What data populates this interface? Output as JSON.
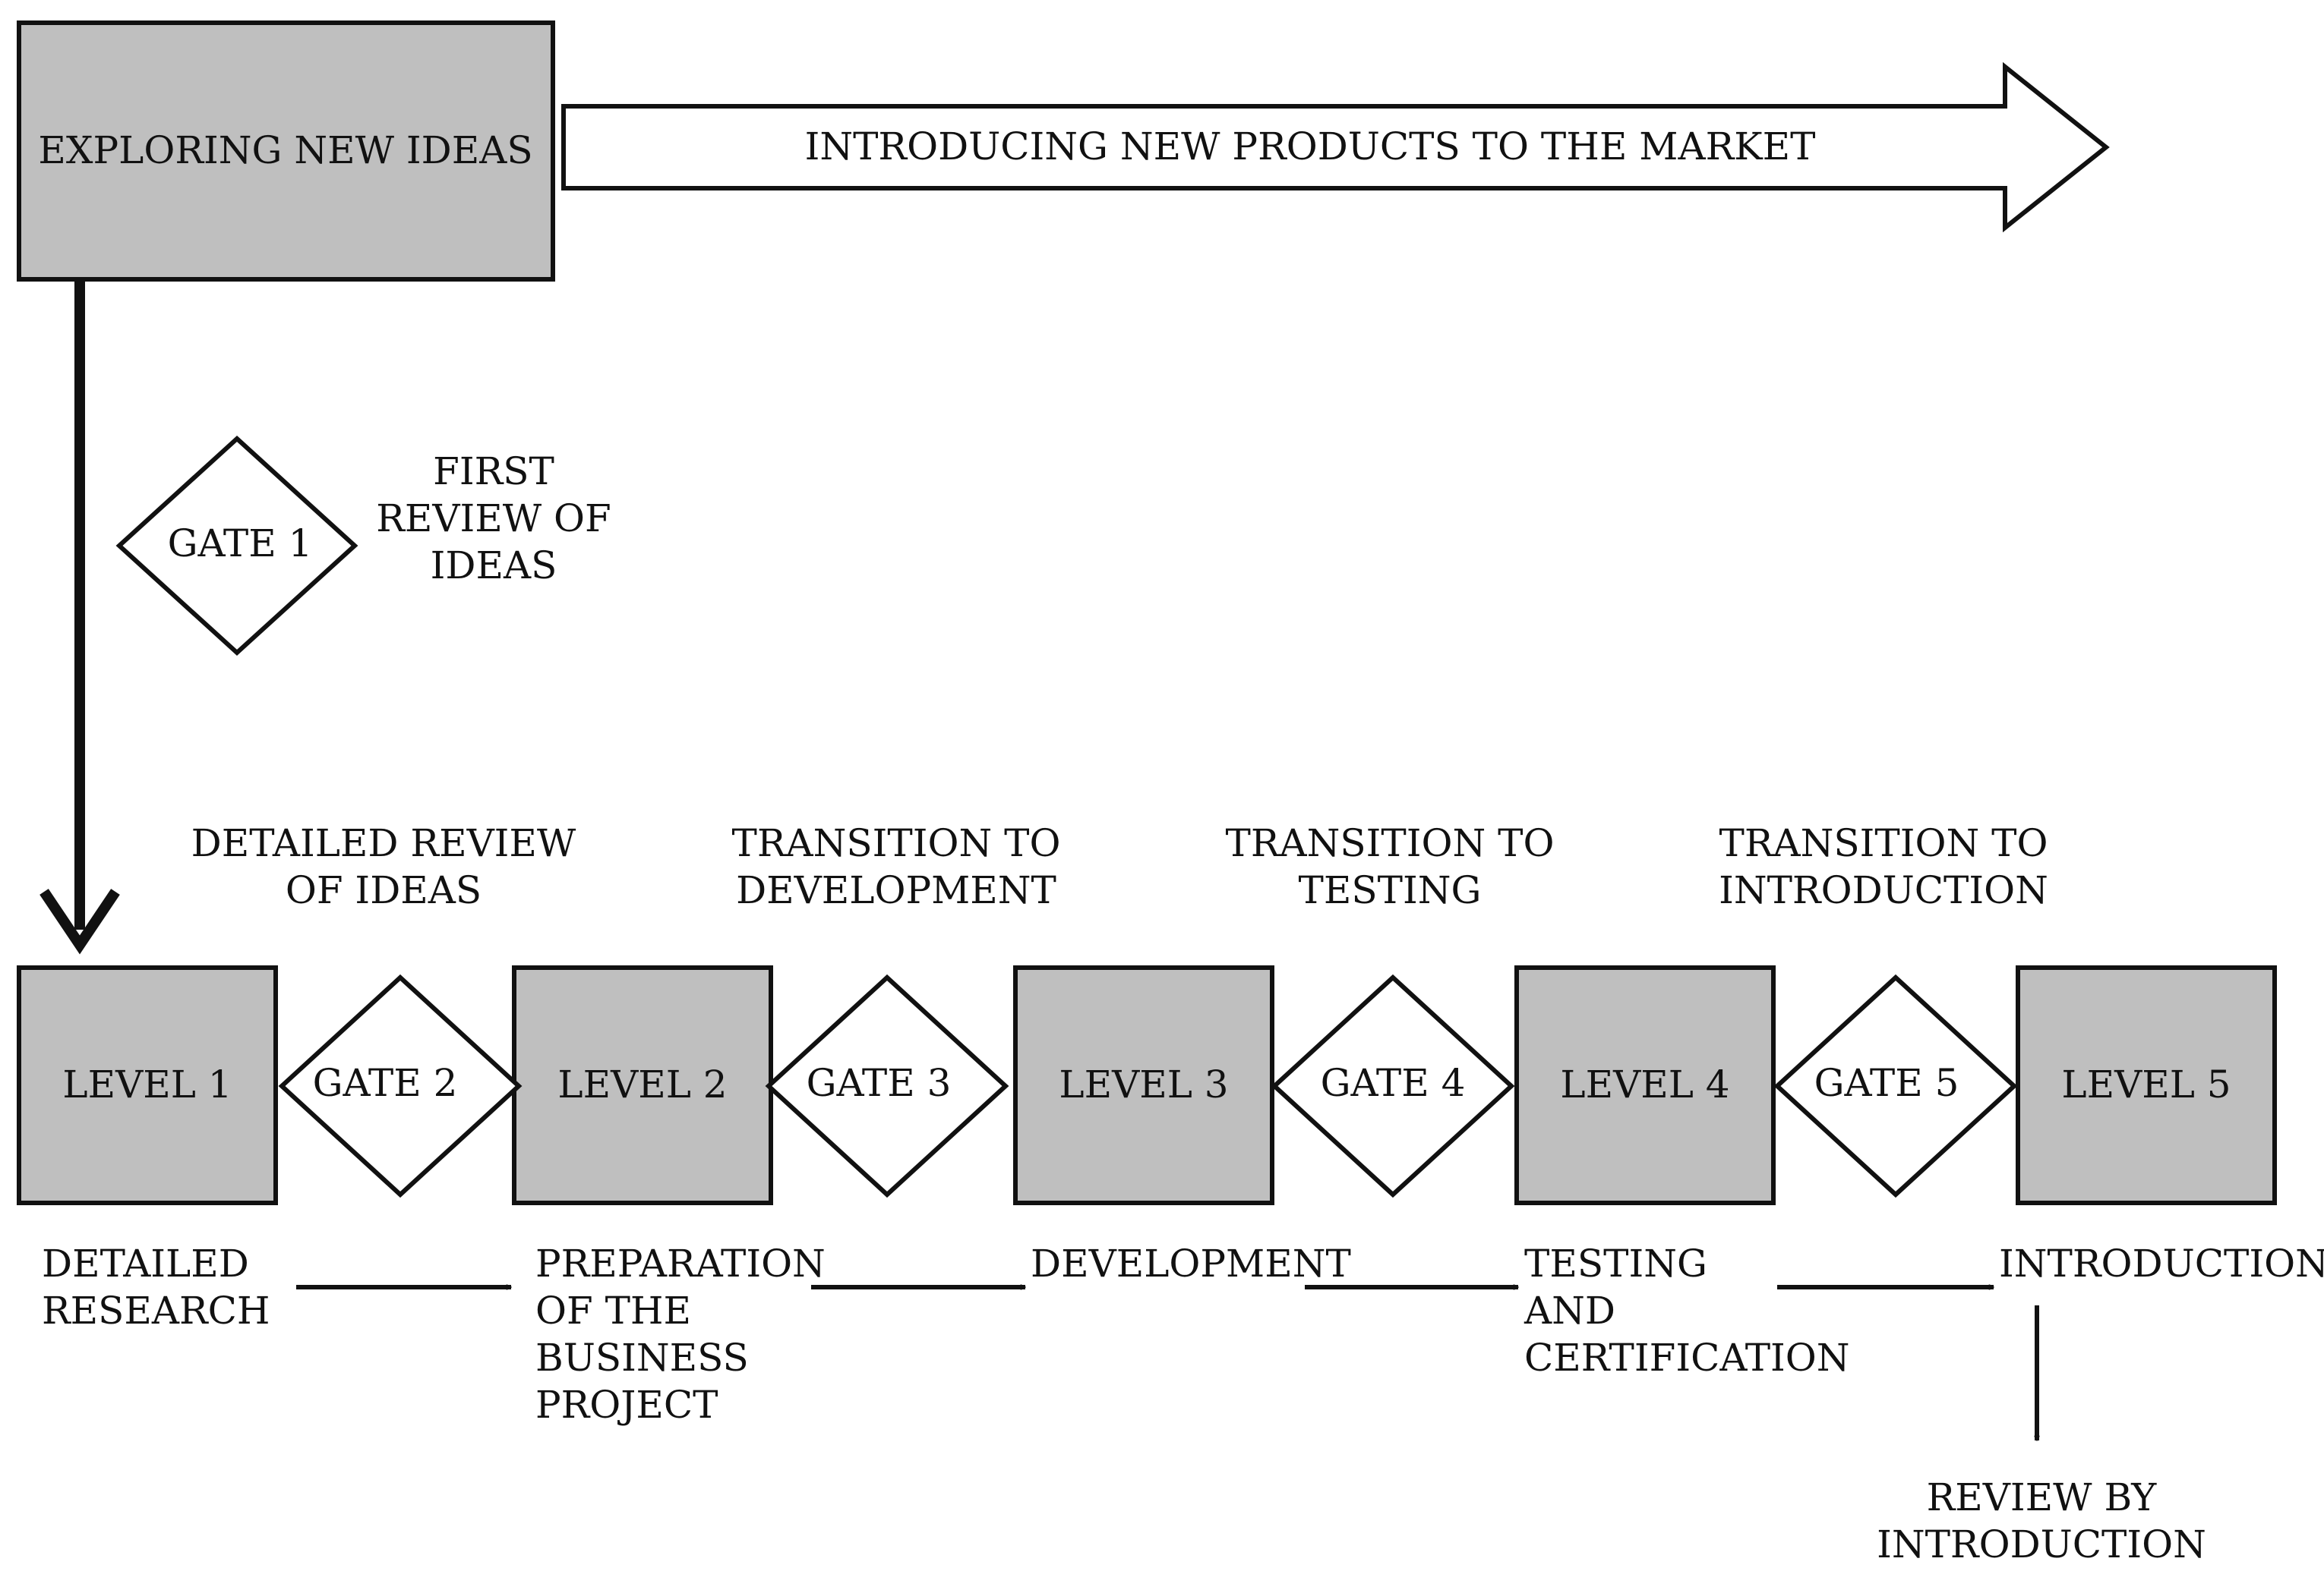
{
  "top": {
    "explore_label": "EXPLORING NEW IDEAS",
    "market_arrow_label": "INTRODUCING NEW PRODUCTS TO THE MARKET"
  },
  "gate1": {
    "label": "GATE 1",
    "desc": [
      "FIRST",
      "REVIEW OF",
      "IDEAS"
    ]
  },
  "levels": [
    {
      "label": "LEVEL 1",
      "activity": [
        "DETAILED",
        "RESEARCH"
      ]
    },
    {
      "label": "LEVEL 2",
      "activity": [
        "PREPARATION",
        "OF THE",
        "BUSINESS",
        "PROJECT"
      ]
    },
    {
      "label": "LEVEL 3",
      "activity": [
        "DEVELOPMENT"
      ]
    },
    {
      "label": "LEVEL 4",
      "activity": [
        "TESTING",
        "AND",
        "CERTIFICATION"
      ]
    },
    {
      "label": "LEVEL 5",
      "activity": [
        "INTRODUCTION"
      ]
    }
  ],
  "gates": [
    {
      "label": "GATE 2",
      "title": [
        "DETAILED REVIEW",
        "OF IDEAS"
      ]
    },
    {
      "label": "GATE 3",
      "title": [
        "TRANSITION TO",
        "DEVELOPMENT"
      ]
    },
    {
      "label": "GATE 4",
      "title": [
        "TRANSITION TO",
        "TESTING"
      ]
    },
    {
      "label": "GATE 5",
      "title": [
        "TRANSITION TO",
        "INTRODUCTION"
      ]
    }
  ],
  "review": [
    "REVIEW BY",
    "INTRODUCTION"
  ],
  "colors": {
    "box_fill": "#bfbfbf",
    "stroke": "#111111",
    "background": "#ffffff"
  }
}
